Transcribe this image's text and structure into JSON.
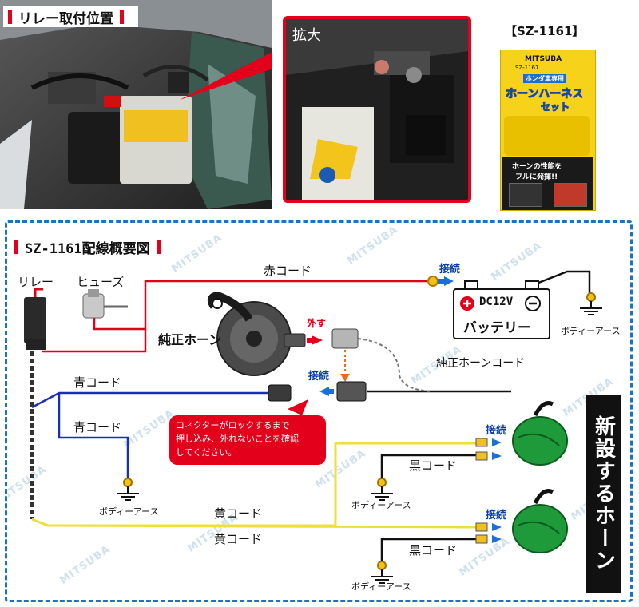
{
  "top": {
    "location_title": "リレー取付位置",
    "zoom_label": "拡大",
    "product_code": "【SZ-1161】",
    "package": {
      "brand": "MITSUBA",
      "model": "SZ-1161",
      "subtitle": "ホンダ車専用",
      "name_line1": "ホーンハーネス",
      "name_line2": "セット",
      "tagline_1": "ホーンの性能を",
      "tagline_2": "フルに発揮!!"
    }
  },
  "diagram": {
    "title": "SZ-1161配線概要図",
    "watermark": "MITSUBA",
    "relay_label": "リレー",
    "fuse_label": "ヒューズ",
    "red_cord_label": "赤コード",
    "connect_label": "接続",
    "battery_voltage": "DC12V",
    "battery_label": "バッテリー",
    "body_earth_label": "ボディーアース",
    "stock_horn_label": "純正ホーン",
    "disconnect_label": "外す",
    "stock_horn_cord_label": "純正ホーンコード",
    "blue_cord_label": "青コード",
    "yellow_cord_label": "黄コード",
    "black_cord_label": "黒コード",
    "new_horn_label": "新設するホーン",
    "note_line1": "コネクターがロックするまで",
    "note_line2": "押し込み、外れないことを確認",
    "note_line3": "してください。"
  },
  "colors": {
    "accent_red": "#e2001a",
    "border_blue": "#1a73c7",
    "red_wire": "#e2001a",
    "blue_wire": "#1b2fb5",
    "yellow_wire": "#f0df3a",
    "connect_blue": "#0a3ea8",
    "horn_green": "#1f9a3a"
  }
}
